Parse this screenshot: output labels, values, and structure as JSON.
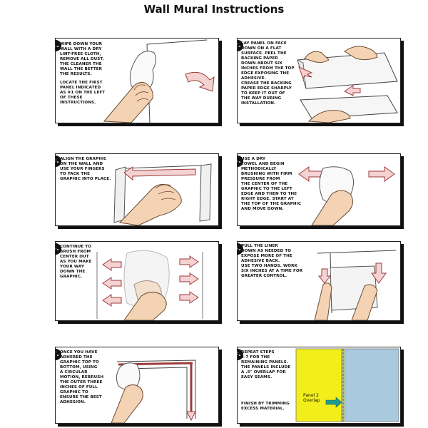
{
  "title": "Wall Mural Instructions",
  "steps": [
    {
      "number": "1.",
      "paragraphs": [
        "Wipe down your\nwall with a dry\nlint-free cloth,\nremove all dust.\nThe cleaner the\nwall the better\nthe results.",
        "Locate the first\npanel indicated\nas #1 on the left\nof these\ninstructions."
      ]
    },
    {
      "number": "2.",
      "paragraphs": [
        "Lay panel on face\ndown on a flat\nsurface. Peel the\nbacking paper\ndown about six\ninches from the top\nedge exposing the\nadhesive.\nCrease the backing\npaper edge sharply\nto keep it out of\nthe way during\ninstallation."
      ]
    },
    {
      "number": "3.",
      "paragraphs": [
        "Align the graphic\non the wall and\nuse your fingers\nto tack the\ngraphic into place."
      ]
    },
    {
      "number": "4.",
      "paragraphs": [
        "Use a dry\ntowel and begin\nmethodically\nbrushing with firm\npressure from\nthe center of the\ngraphic to the left\nedge and then to the\nright edge. Start at\nthe top of the graphic\nand move down."
      ]
    },
    {
      "number": "5.",
      "paragraphs": [
        "Continue to\nbrush from\ncenter out\nas you make\nyour way\ndown the\ngraphic."
      ]
    },
    {
      "number": "6.",
      "paragraphs": [
        "Pull the liner\ndown as needed to\nexpose more of the\nadhesive back.\nUse two hands. Work\nsix inches at a time for\ngreater control."
      ]
    },
    {
      "number": "7.",
      "paragraphs": [
        "Once you have\nadhered the\ngraphic top to\nbottom, using\na circular\nmotion, rebrush\nthe outer three\ninches of full\ngraphic to\nensure the best\nadhesion."
      ]
    },
    {
      "number": "8.",
      "paragraphs": [
        "Repeat steps\n2-7 for the\nremaining panels.\nThe panels include\na .5\" overlap for\neasy seams.",
        "Finish by trimming\nexcess material."
      ],
      "overlap_label": "Panel 2\nOverlap"
    }
  ],
  "colors": {
    "arrow_fill": "#f4d2d2",
    "arrow_stroke": "#9c3b3b",
    "panel_yellow": "#f2ee1a",
    "panel_blue": "#a9c9df",
    "overlap_arrow": "#1f9b8e",
    "skin": "#f3d3b3"
  }
}
